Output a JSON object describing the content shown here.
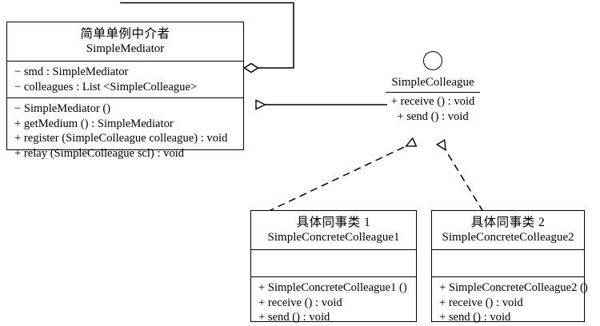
{
  "diagram": {
    "kind": "uml-class-diagram",
    "title": "SimpleMediator pattern class diagram",
    "stroke_color": "#000000",
    "background_color": "#ffffff"
  },
  "mediator_class": {
    "name_cn": "简单单例中介者",
    "name_en": "SimpleMediator",
    "attributes": [
      "− smd : SimpleMediator",
      "− colleagues : List <SimpleColleague>"
    ],
    "operations": [
      "− SimpleMediator ()",
      "+ getMedium () : SimpleMediator",
      "+ register (SimpleColleague colleague) : void",
      "+ relay (SimpleColleague scl) : void"
    ]
  },
  "colleague_interface": {
    "name": "SimpleColleague",
    "operations": [
      "+ receive () : void",
      "+ send () : void"
    ]
  },
  "concrete_colleague_1": {
    "name_cn": "具体同事类 1",
    "name_en": "SimpleConcreteColleague1",
    "attributes": [],
    "operations": [
      "+ SimpleConcreteColleague1 ()",
      "+ receive () : void",
      "+ send () : void"
    ]
  },
  "concrete_colleague_2": {
    "name_cn": "具体同事类 2",
    "name_en": "SimpleConcreteColleague2",
    "attributes": [],
    "operations": [
      "+ SimpleConcreteColleague2 ()",
      "+ receive () : void",
      "+ send () : void"
    ]
  },
  "relationships": {
    "self_aggregation": "aggregation",
    "mediator_realizes_colleague": "realization",
    "concrete1_realizes_colleague": "realization-dashed",
    "concrete2_realizes_colleague": "realization-dashed"
  }
}
